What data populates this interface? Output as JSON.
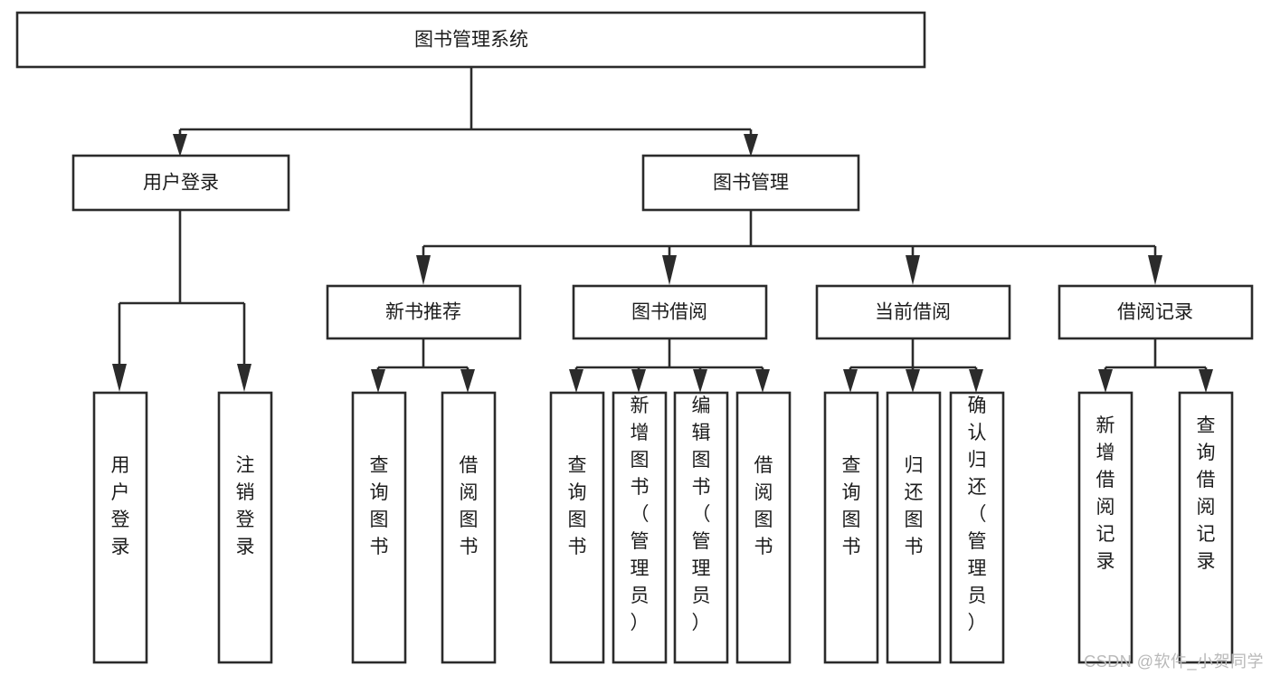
{
  "diagram": {
    "type": "tree-hierarchy-chart",
    "title": "图书管理系统",
    "watermark": "CSDN @软件_小贺同学",
    "colors": {
      "stroke": "#2b2b2b",
      "fill": "#ffffff",
      "text": "#1c1c1c",
      "watermark": "#b9b9b9",
      "background": "#ffffff"
    },
    "levels": [
      {
        "level": 1,
        "nodes": [
          {
            "id": "root",
            "label": "图书管理系统",
            "orientation": "horizontal"
          }
        ]
      },
      {
        "level": 2,
        "nodes": [
          {
            "id": "user-login",
            "label": "用户登录",
            "orientation": "horizontal",
            "parent": "root"
          },
          {
            "id": "book-manage",
            "label": "图书管理",
            "orientation": "horizontal",
            "parent": "root"
          }
        ]
      },
      {
        "level": 3,
        "nodes": [
          {
            "id": "new-book-rec",
            "label": "新书推荐",
            "orientation": "horizontal",
            "parent": "book-manage"
          },
          {
            "id": "book-borrow",
            "label": "图书借阅",
            "orientation": "horizontal",
            "parent": "book-manage"
          },
          {
            "id": "current-borrow",
            "label": "当前借阅",
            "orientation": "horizontal",
            "parent": "book-manage"
          },
          {
            "id": "borrow-record",
            "label": "借阅记录",
            "orientation": "horizontal",
            "parent": "book-manage"
          }
        ]
      },
      {
        "level": 4,
        "nodes": [
          {
            "id": "leaf-user-login",
            "label": "用户登录",
            "orientation": "vertical",
            "parent": "user-login"
          },
          {
            "id": "leaf-user-logout",
            "label": "注销登录",
            "orientation": "vertical",
            "parent": "user-login"
          },
          {
            "id": "leaf-query-book-1",
            "label": "查询图书",
            "orientation": "vertical",
            "parent": "new-book-rec"
          },
          {
            "id": "leaf-borrow-book-1",
            "label": "借阅图书",
            "orientation": "vertical",
            "parent": "new-book-rec"
          },
          {
            "id": "leaf-query-book-2",
            "label": "查询图书",
            "orientation": "vertical",
            "parent": "book-borrow"
          },
          {
            "id": "leaf-add-book",
            "label": "新增图书（管理员）",
            "orientation": "vertical",
            "parent": "book-borrow"
          },
          {
            "id": "leaf-edit-book",
            "label": "编辑图书（管理员）",
            "orientation": "vertical",
            "parent": "book-borrow"
          },
          {
            "id": "leaf-borrow-book-2",
            "label": "借阅图书",
            "orientation": "vertical",
            "parent": "book-borrow"
          },
          {
            "id": "leaf-query-book-3",
            "label": "查询图书",
            "orientation": "vertical",
            "parent": "current-borrow"
          },
          {
            "id": "leaf-return-book",
            "label": "归还图书",
            "orientation": "vertical",
            "parent": "current-borrow"
          },
          {
            "id": "leaf-confirm-return",
            "label": "确认归还（管理员）",
            "orientation": "vertical",
            "parent": "current-borrow"
          },
          {
            "id": "leaf-add-record",
            "label": "新增借阅记录",
            "orientation": "vertical",
            "parent": "borrow-record"
          },
          {
            "id": "leaf-query-record",
            "label": "查询借阅记录",
            "orientation": "vertical",
            "parent": "borrow-record"
          }
        ]
      }
    ]
  }
}
